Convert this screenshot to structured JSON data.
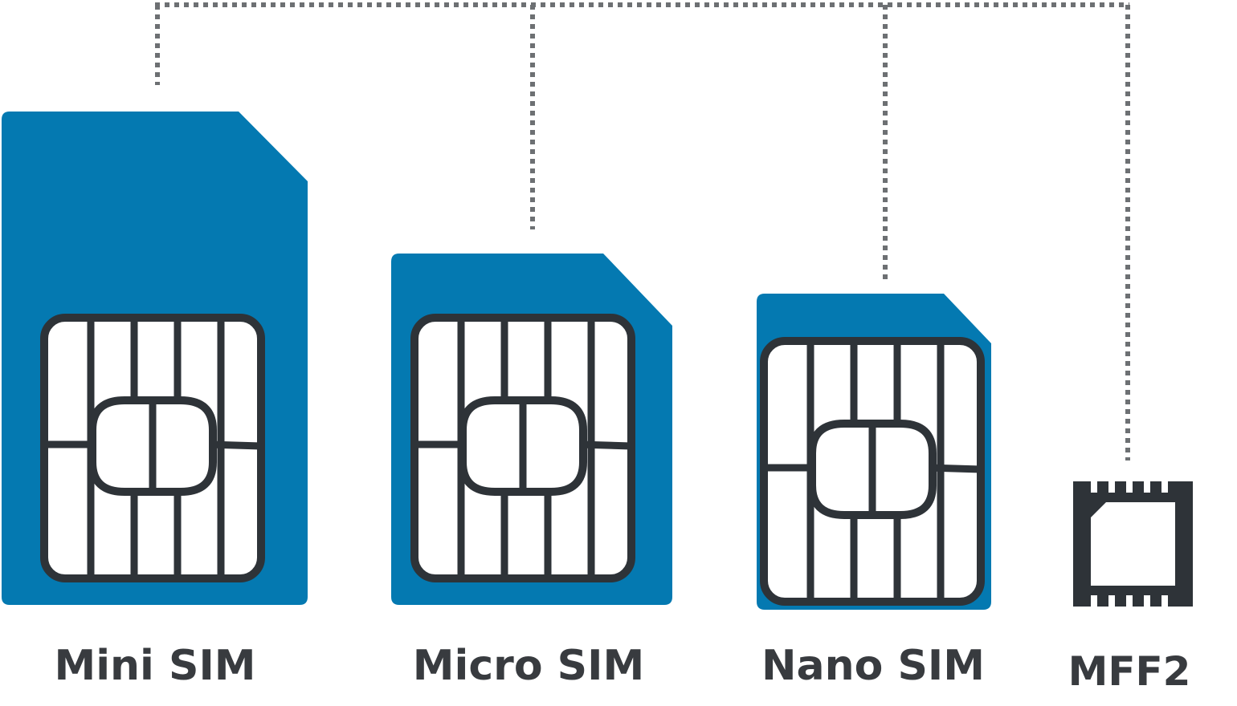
{
  "colors": {
    "card_blue": "#0479b1",
    "chip_fill": "#ffffff",
    "chip_outline": "#2e3338",
    "connector_dots": "#6d7073",
    "label_text": "#383b3f"
  },
  "sim_types": [
    {
      "id": "mini",
      "label": "Mini SIM"
    },
    {
      "id": "micro",
      "label": "Micro SIM"
    },
    {
      "id": "nano",
      "label": "Nano SIM"
    },
    {
      "id": "mff2",
      "label": "MFF2"
    }
  ]
}
